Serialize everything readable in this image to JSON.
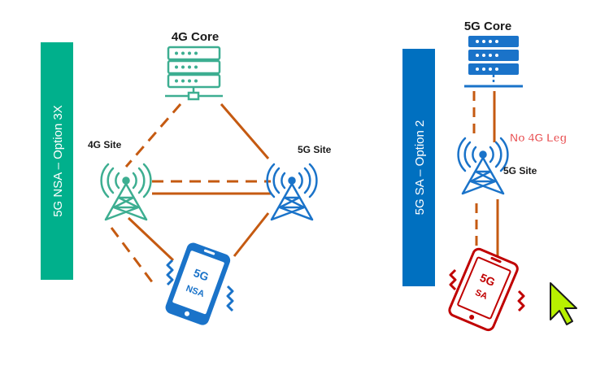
{
  "left": {
    "banner": "5G NSA – Option 3X",
    "core_label": "4G Core",
    "site4g_label": "4G Site",
    "site5g_label": "5G Site",
    "phone_top": "5G",
    "phone_bottom": "NSA"
  },
  "right": {
    "banner": "5G SA – Option 2",
    "core_label": "5G Core",
    "site5g_label": "5G Site",
    "no4g_label": "No 4G Leg",
    "phone_top": "5G",
    "phone_bottom": "SA"
  },
  "colors": {
    "nsa_banner": "#00b08c",
    "sa_banner": "#0070c0",
    "teal": "#3dae91",
    "blue": "#1a73c9",
    "link": "#c55a11",
    "red": "#c00000",
    "no4g": "#e8484b",
    "cursor": "#b8f000"
  },
  "icons": {
    "core_4g": "server-icon",
    "core_5g": "server-icon",
    "tower": "cell-tower-icon",
    "phone": "smartphone-icon",
    "pointer": "mouse-pointer-icon"
  }
}
